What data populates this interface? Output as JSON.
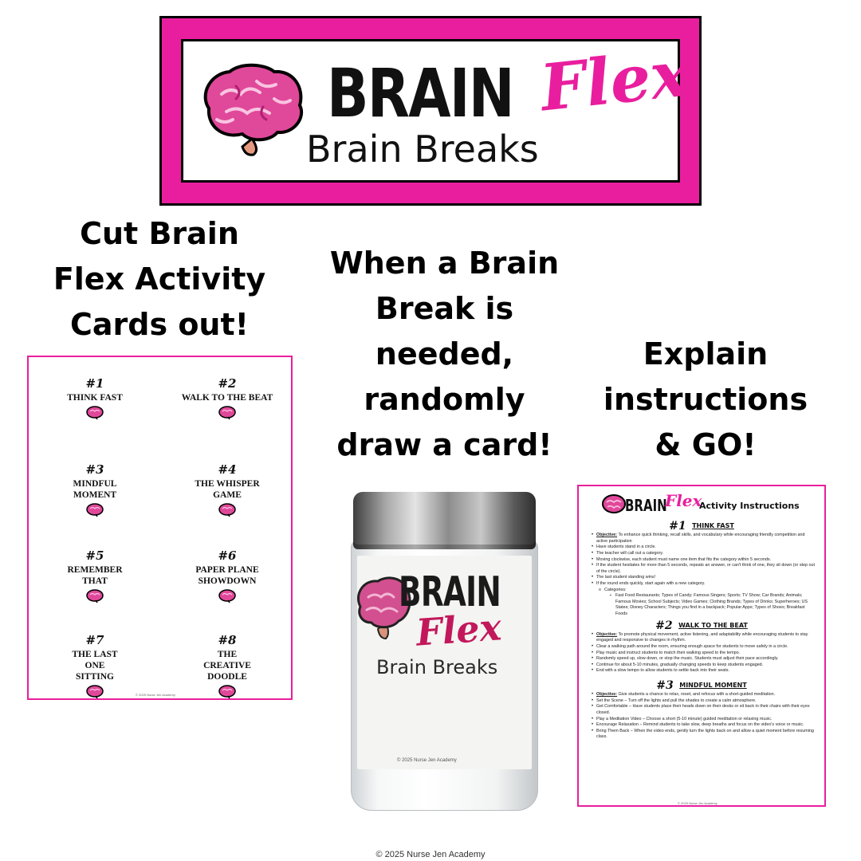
{
  "banner": {
    "word": "BRAIN",
    "flex": "Flex",
    "subtitle": "Brain Breaks",
    "brand_color": "#e91e9e"
  },
  "steps": [
    "Cut Brain Flex Activity Cards out!",
    "When a Brain Break is needed, randomly draw a card!",
    "Explain instructions & GO!"
  ],
  "cards": [
    {
      "num": "#1",
      "title": "THINK FAST"
    },
    {
      "num": "#2",
      "title": "WALK TO THE BEAT"
    },
    {
      "num": "#3",
      "title": "MINDFUL\nMOMENT"
    },
    {
      "num": "#4",
      "title": "THE WHISPER\nGAME"
    },
    {
      "num": "#5",
      "title": "REMEMBER\nTHAT"
    },
    {
      "num": "#6",
      "title": "PAPER PLANE\nSHOWDOWN"
    },
    {
      "num": "#7",
      "title": "THE LAST\nONE\nSITTING"
    },
    {
      "num": "#8",
      "title": "THE\nCREATIVE\nDOODLE"
    }
  ],
  "cards_copyright": "© 2025 Nurse Jen Academy",
  "jar": {
    "word": "BRAIN",
    "flex": "Flex",
    "subtitle": "Brain Breaks",
    "copyright": "© 2025 Nurse Jen Academy"
  },
  "instructions": {
    "word": "BRAIN",
    "flex": "Flex",
    "title": "Activity Instructions",
    "sections": [
      {
        "num": "#1",
        "name": "THINK FAST",
        "objective_label": "Objective:",
        "objective": " To enhance quick thinking, recall skills, and vocabulary while encouraging friendly competition and active participation",
        "bullets": [
          "Have students stand in a circle.",
          "The teacher will call out a category.",
          "Moving clockwise, each student must name one item that fits the category within 5 seconds.",
          "If the student hesitates for more than 5 seconds, repeats an answer, or can't think of one, they sit down (or step out of the circle).",
          "The last student standing wins!",
          "If the round ends quickly, start again with a new category."
        ],
        "sub_label": "Categories:",
        "sub_detail": "Fast Food Restaurants; Types of Candy; Famous Singers; Sports; TV Show; Car Brands; Animals; Famous Movies; School Subjects; Video Games; Clothing Brands; Types of Drinks; Superheroes; US States; Disney Characters; Things you find in a backpack; Popular Apps; Types of Shoes; Breakfast Foods"
      },
      {
        "num": "#2",
        "name": "WALK TO THE BEAT",
        "objective_label": "Objective:",
        "objective": " To promote physical movement, active listening, and adaptability while encouraging students to stay engaged and responsive to changes in rhythm.",
        "bullets": [
          "Clear a walking path around the room, ensuring enough space for students to move safely in a circle.",
          "Play music and instruct students to match their walking speed to the tempo.",
          "Randomly speed up, slow down, or stop the music. Students must adjust their pace accordingly.",
          "Continue for about 5-10 minutes, gradually changing speeds to keep students engaged.",
          "End with a slow tempo to allow students to settle back into their seats."
        ]
      },
      {
        "num": "#3",
        "name": "MINDFUL MOMENT",
        "objective_label": "Objective:",
        "objective": " Give students a chance to relax, reset, and refocus with a short-guided meditation.",
        "bullets": [
          "Set the Scene – Turn off the lights and pull the shades to create a calm atmosphere.",
          "Get Comfortable – Have students place their heads down on their desks or sit back in their chairs with their eyes closed.",
          "Play a Meditation Video – Choose a short (5-10 minute) guided meditation or relaxing music.",
          "Encourage Relaxation – Remind students to take slow, deep breaths and focus on the video's voice or music.",
          "Bring Them Back – When the video ends, gently turn the lights back on and allow a quiet moment before resuming class."
        ]
      }
    ],
    "copyright": "© 2025 Nurse Jen Academy"
  },
  "footer": "© 2025 Nurse Jen Academy"
}
